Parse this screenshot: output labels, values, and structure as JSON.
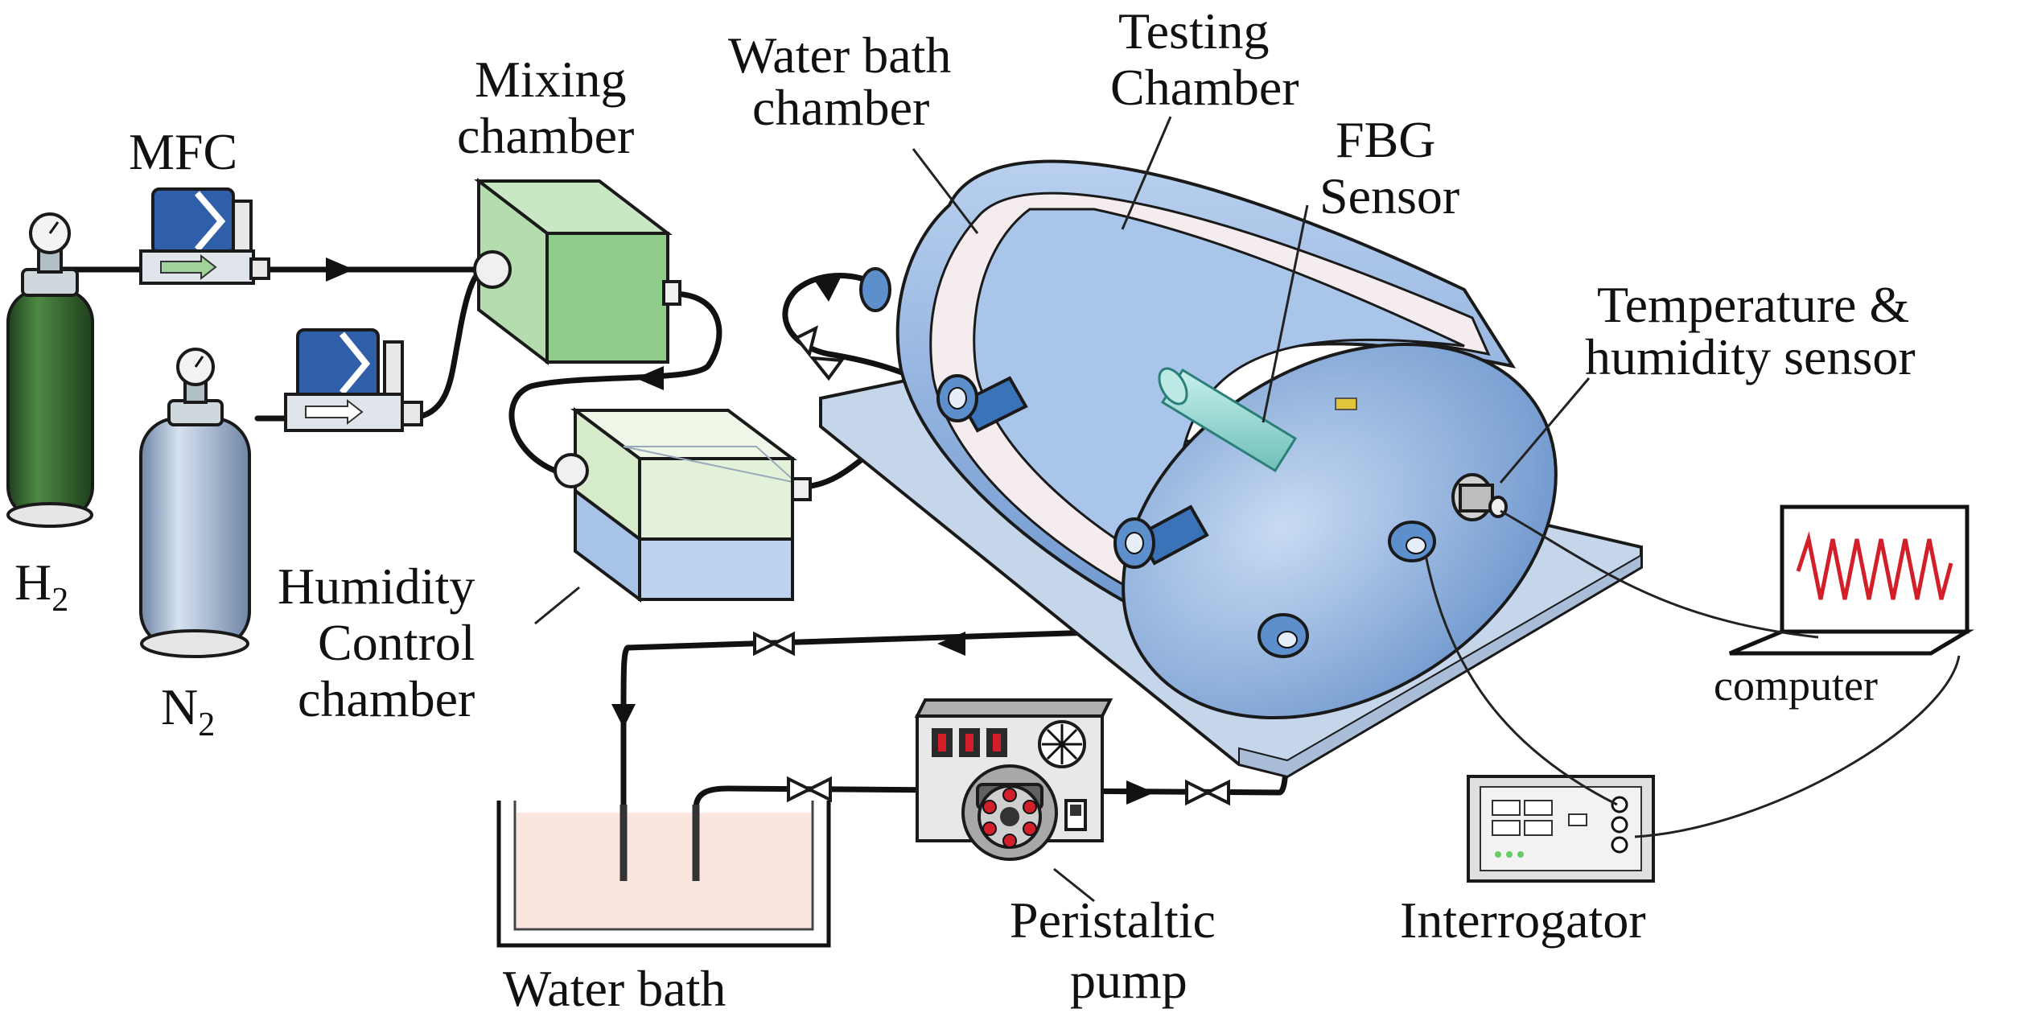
{
  "labels": {
    "mfc": "MFC",
    "mixing_1": "Mixing",
    "mixing_2": "chamber",
    "water_bath_chamber_1": "Water bath",
    "water_bath_chamber_2": "chamber",
    "testing_1": "Testing",
    "testing_2": "Chamber",
    "fbg_1": "FBG",
    "fbg_2": "Sensor",
    "temp_1": "Temperature &",
    "temp_2": "humidity sensor",
    "h2_main": "H",
    "h2_sub": "2",
    "n2_main": "N",
    "n2_sub": "2",
    "humidity_1": "Humidity",
    "humidity_2": "Control",
    "humidity_3": "chamber",
    "computer": "computer",
    "water_bath": "Water bath",
    "peristaltic_1": "Peristaltic",
    "peristaltic_2": "pump",
    "interrogator": "Interrogator"
  },
  "colors": {
    "h2_cylinder": "#2f5e2a",
    "n2_cylinder": "#9ab0cc",
    "mfc_body": "#2f5fa8",
    "mixing_green": "#9fd39a",
    "humidity_green": "#dcefd2",
    "humidity_blue": "#bcd2ee",
    "tank_blue": "#8fb3e0",
    "tank_inner": "#a9c5ea",
    "fbg_rod": "#8fd4d0",
    "platform": "#c6d6ea",
    "water_bath_fill": "#fbe6df",
    "signal_red": "#d21f2a"
  },
  "icons": [
    "gas-cylinder-icon",
    "mfc-icon",
    "valve-icon",
    "arrow-icon",
    "laptop-icon",
    "pump-icon",
    "interrogator-icon"
  ]
}
